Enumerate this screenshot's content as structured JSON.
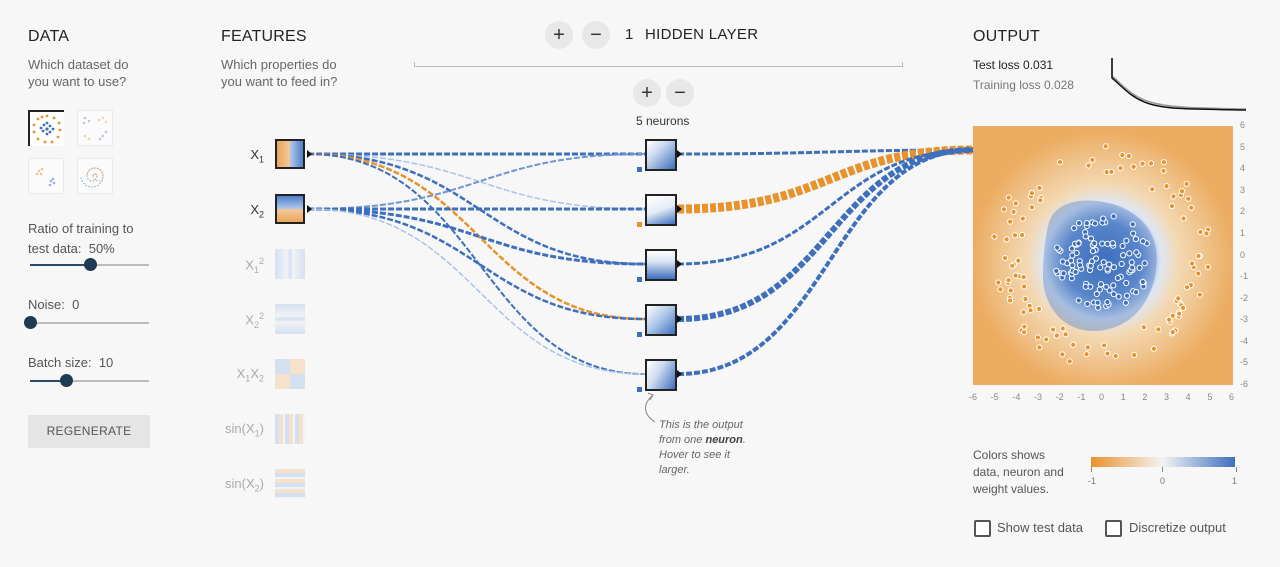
{
  "data_col": {
    "title": "DATA",
    "question_line1": "Which dataset do",
    "question_line2": "you want to use?",
    "ratio_line1": "Ratio of training to",
    "ratio_line2": "test data:",
    "ratio_value": "50%",
    "ratio_fraction": 0.5,
    "noise_label": "Noise:",
    "noise_value": "0",
    "noise_fraction": 0,
    "batch_label": "Batch size:",
    "batch_value": "10",
    "batch_fraction": 0.3,
    "regenerate_label": "REGENERATE"
  },
  "features_col": {
    "title": "FEATURES",
    "question_line1": "Which properties do",
    "question_line2": "you want to feed in?"
  },
  "network": {
    "layers_count": "1",
    "layers_label": "HIDDEN LAYER",
    "plus_symbol": "+",
    "minus_symbol": "−",
    "neurons_label": "5 neurons",
    "note_part1": "This is the output from one ",
    "note_bold": "neuron",
    "note_part2": ". Hover to see it larger."
  },
  "output_col": {
    "title": "OUTPUT",
    "test_loss_label": "Test loss",
    "test_loss_value": "0.031",
    "training_loss_label": "Training loss",
    "training_loss_value": "0.028",
    "legend_line1": "Colors shows",
    "legend_line2": "data, neuron and",
    "legend_line3": "weight values.",
    "legend_min": "-1",
    "legend_mid": "0",
    "legend_max": "1",
    "show_test_label": "Show test data",
    "discretize_label": "Discretize output"
  },
  "axis": {
    "x_ticks": [
      "-6",
      "-5",
      "-4",
      "-3",
      "-2",
      "-1",
      "0",
      "1",
      "2",
      "3",
      "4",
      "5",
      "6"
    ],
    "y_ticks": [
      "6",
      "5",
      "4",
      "3",
      "2",
      "1",
      "0",
      "-1",
      "-2",
      "-3",
      "-4",
      "-5",
      "-6"
    ]
  },
  "colors": {
    "positive": "#3d6fbd",
    "negative": "#e8922c",
    "background": "#f7f7f7"
  }
}
